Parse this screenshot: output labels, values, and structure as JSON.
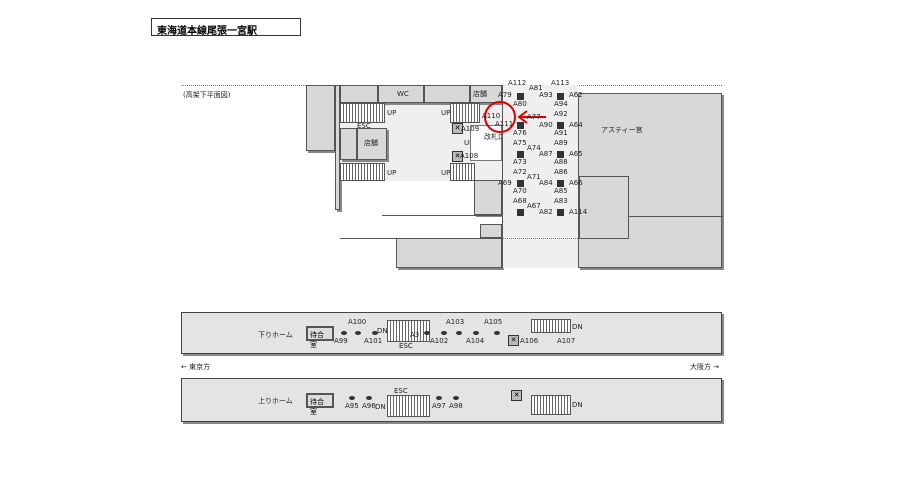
{
  "title": "東海道本線尾張一宮駅",
  "subtitle": "(高架下平面図)",
  "concourse": {
    "wc": "WC",
    "shop1": "店舗",
    "shop2": "店舗",
    "esc1": "ESC",
    "esc2": "ESC",
    "up": "UP",
    "gate": "改札口",
    "asty": "アスティー宮"
  },
  "pillar_labels": [
    "A112",
    "A81",
    "A79",
    "A80",
    "A113",
    "A93",
    "A62",
    "A94",
    "A110",
    "A77",
    "A111",
    "A76",
    "A92",
    "A90",
    "A64",
    "A91",
    "A75",
    "A74",
    "A73",
    "A89",
    "A87",
    "A65",
    "A88",
    "A72",
    "A71",
    "A69",
    "A70",
    "A86",
    "A84",
    "A66",
    "A85",
    "A68",
    "A67",
    "A83",
    "A82",
    "A114",
    "A109",
    "A108"
  ],
  "platform_down": {
    "name": "下りホーム",
    "waiting": "待合室",
    "labels": [
      "A100",
      "A99",
      "A101",
      "A3",
      "A102",
      "A103",
      "A104",
      "A105",
      "A106",
      "A107"
    ],
    "dn": "DN",
    "esc": "ESC"
  },
  "platform_up": {
    "name": "上りホーム",
    "waiting": "待合室",
    "labels": [
      "A95",
      "A96",
      "A97",
      "A98"
    ],
    "dn": "DN",
    "esc": "ESC"
  },
  "direction_left": "← 東京方",
  "direction_right": "大阪方 →",
  "marker_color": "#e00000"
}
